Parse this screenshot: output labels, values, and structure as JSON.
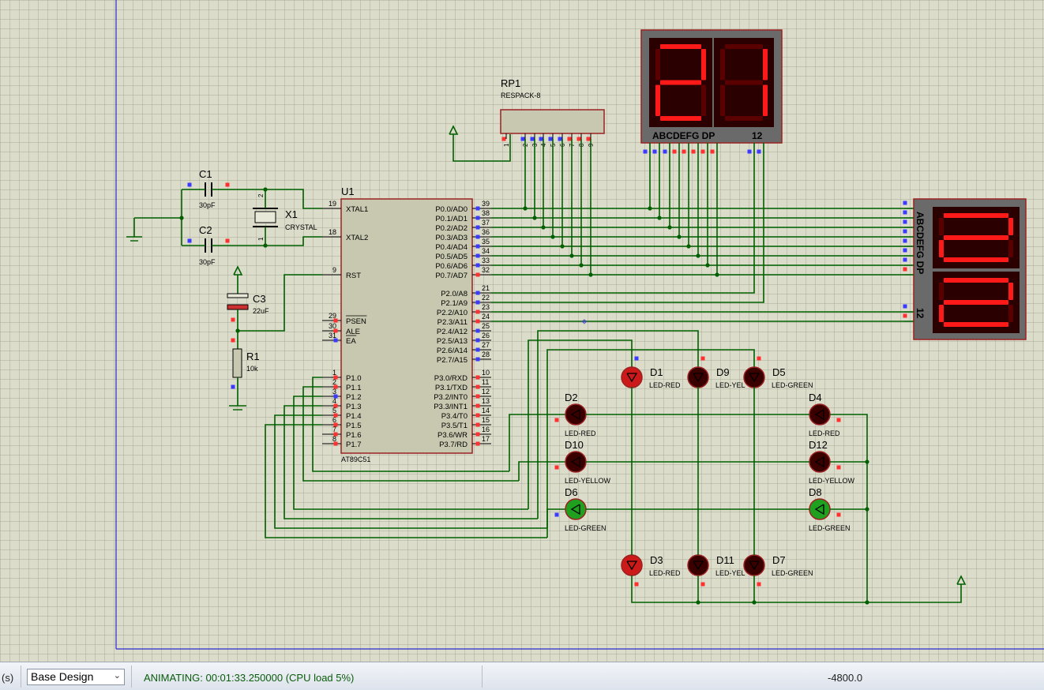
{
  "schematic": {
    "components": {
      "rp1": {
        "ref": "RP1",
        "value": "RESPACK-8",
        "pins": [
          "1",
          "2",
          "3",
          "4",
          "5",
          "6",
          "7",
          "8",
          "9"
        ]
      },
      "c1": {
        "ref": "C1",
        "value": "30pF"
      },
      "c2": {
        "ref": "C2",
        "value": "30pF"
      },
      "x1": {
        "ref": "X1",
        "value": "CRYSTAL",
        "pin_top": "2",
        "pin_bottom": "1"
      },
      "c3": {
        "ref": "C3",
        "value": "22uF"
      },
      "r1": {
        "ref": "R1",
        "value": "10k"
      },
      "u1": {
        "ref": "U1",
        "value": "AT89C51",
        "left_pins": [
          {
            "num": "19",
            "name": "XTAL1"
          },
          {
            "num": "18",
            "name": "XTAL2"
          },
          {
            "num": "9",
            "name": "RST"
          },
          {
            "num": "29",
            "name": "PSEN"
          },
          {
            "num": "30",
            "name": "ALE"
          },
          {
            "num": "31",
            "name": "EA"
          },
          {
            "num": "1",
            "name": "P1.0"
          },
          {
            "num": "2",
            "name": "P1.1"
          },
          {
            "num": "3",
            "name": "P1.2"
          },
          {
            "num": "4",
            "name": "P1.3"
          },
          {
            "num": "5",
            "name": "P1.4"
          },
          {
            "num": "6",
            "name": "P1.5"
          },
          {
            "num": "7",
            "name": "P1.6"
          },
          {
            "num": "8",
            "name": "P1.7"
          }
        ],
        "right_pins": [
          {
            "num": "39",
            "name": "P0.0/AD0"
          },
          {
            "num": "38",
            "name": "P0.1/AD1"
          },
          {
            "num": "37",
            "name": "P0.2/AD2"
          },
          {
            "num": "36",
            "name": "P0.3/AD3"
          },
          {
            "num": "35",
            "name": "P0.4/AD4"
          },
          {
            "num": "34",
            "name": "P0.5/AD5"
          },
          {
            "num": "33",
            "name": "P0.6/AD6"
          },
          {
            "num": "32",
            "name": "P0.7/AD7"
          },
          {
            "num": "21",
            "name": "P2.0/A8"
          },
          {
            "num": "22",
            "name": "P2.1/A9"
          },
          {
            "num": "23",
            "name": "P2.2/A10"
          },
          {
            "num": "24",
            "name": "P2.3/A11"
          },
          {
            "num": "25",
            "name": "P2.4/A12"
          },
          {
            "num": "26",
            "name": "P2.5/A13"
          },
          {
            "num": "27",
            "name": "P2.6/A14"
          },
          {
            "num": "28",
            "name": "P2.7/A15"
          },
          {
            "num": "10",
            "name": "P3.0/RXD"
          },
          {
            "num": "11",
            "name": "P3.1/TXD"
          },
          {
            "num": "12",
            "name": "P3.2/INT0"
          },
          {
            "num": "13",
            "name": "P3.3/INT1"
          },
          {
            "num": "14",
            "name": "P3.4/T0"
          },
          {
            "num": "15",
            "name": "P3.5/T1"
          },
          {
            "num": "16",
            "name": "P3.6/WR"
          },
          {
            "num": "17",
            "name": "P3.7/RD"
          }
        ]
      },
      "display_top": {
        "digits": "21",
        "segment_label": "ABCDEFG DP",
        "common_label": "12"
      },
      "display_right": {
        "digits": "22",
        "segment_label": "ABCDEFG DP",
        "common_label": "12"
      },
      "leds": [
        {
          "ref": "D1",
          "value": "LED-RED",
          "color": "red",
          "lit": true
        },
        {
          "ref": "D9",
          "value": "LED-YELLOW",
          "shown": "LED-YEL",
          "color": "red",
          "lit": false
        },
        {
          "ref": "D5",
          "value": "LED-GREEN",
          "color": "red",
          "lit": false
        },
        {
          "ref": "D2",
          "value": "LED-RED",
          "color": "red",
          "lit": false
        },
        {
          "ref": "D4",
          "value": "LED-RED",
          "color": "red",
          "lit": false
        },
        {
          "ref": "D10",
          "value": "LED-YELLOW",
          "color": "red",
          "lit": false
        },
        {
          "ref": "D12",
          "value": "LED-YELLOW",
          "color": "red",
          "lit": false
        },
        {
          "ref": "D6",
          "value": "LED-GREEN",
          "color": "green",
          "lit": true
        },
        {
          "ref": "D8",
          "value": "LED-GREEN",
          "color": "green",
          "lit": true
        },
        {
          "ref": "D3",
          "value": "LED-RED",
          "color": "red",
          "lit": true
        },
        {
          "ref": "D11",
          "value": "LED-YELLOW",
          "shown": "LED-YEL",
          "color": "red",
          "lit": false
        },
        {
          "ref": "D7",
          "value": "LED-GREEN",
          "color": "red",
          "lit": false
        }
      ]
    },
    "colors": {
      "wire": "#006000",
      "body": "#c8c8b0",
      "outline": "#9a2222",
      "seg_on": "#ff1a1a",
      "seg_off": "#5a0000",
      "display_bg": "#6a6a6a"
    }
  },
  "statusbar": {
    "left_label": "(s)",
    "design_select": "Base Design",
    "animation_status": "ANIMATING: 00:01:33.250000 (CPU load 5%)",
    "coordinate": "-4800.0"
  }
}
